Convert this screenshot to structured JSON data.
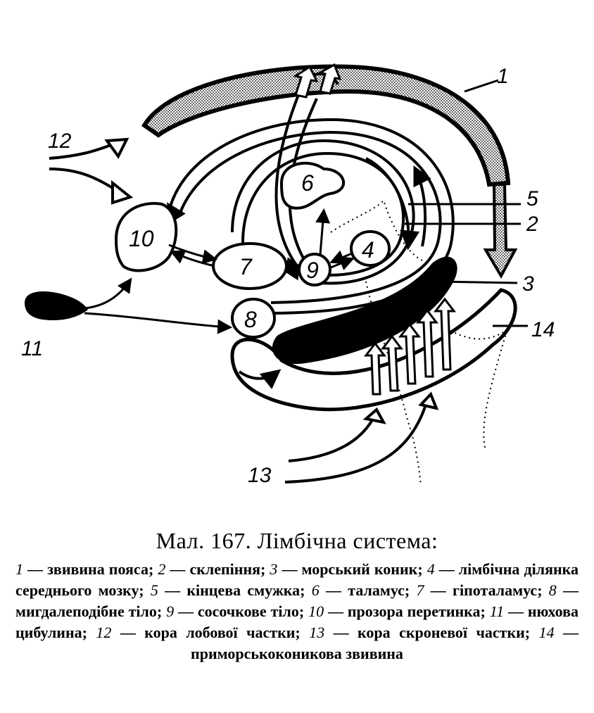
{
  "figure": {
    "labels": {
      "l1": "1",
      "l2": "2",
      "l3": "3",
      "l4": "4",
      "l5": "5",
      "l6": "6",
      "l7": "7",
      "l8": "8",
      "l9": "9",
      "l10": "10",
      "l11": "11",
      "l12": "12",
      "l13": "13",
      "l14": "14"
    }
  },
  "caption": {
    "title": "Мал. 167. Лімбічна система:",
    "legend": [
      {
        "num": "1",
        "text": " — звивина пояса; "
      },
      {
        "num": "2",
        "text": " — склепіння; "
      },
      {
        "num": "3",
        "text": " — морський коник; "
      },
      {
        "num": "4",
        "text": " — лімбічна ділянка середнього мозку; "
      },
      {
        "num": "5",
        "text": " — кінцева смужка; "
      },
      {
        "num": "6",
        "text": " — таламус; "
      },
      {
        "num": "7",
        "text": " — гіпоталамус; "
      },
      {
        "num": "8",
        "text": " — мигдалеподібне тіло; "
      },
      {
        "num": "9",
        "text": " — сосочкове тіло; "
      },
      {
        "num": "10",
        "text": " — прозора перетинка; "
      },
      {
        "num": "11",
        "text": " — нюхова цибулина; "
      },
      {
        "num": "12",
        "text": " — кора лобової частки; "
      },
      {
        "num": "13",
        "text": " — кора скроневої частки; "
      },
      {
        "num": "14",
        "text": " — приморськоконикова звивина"
      }
    ]
  }
}
